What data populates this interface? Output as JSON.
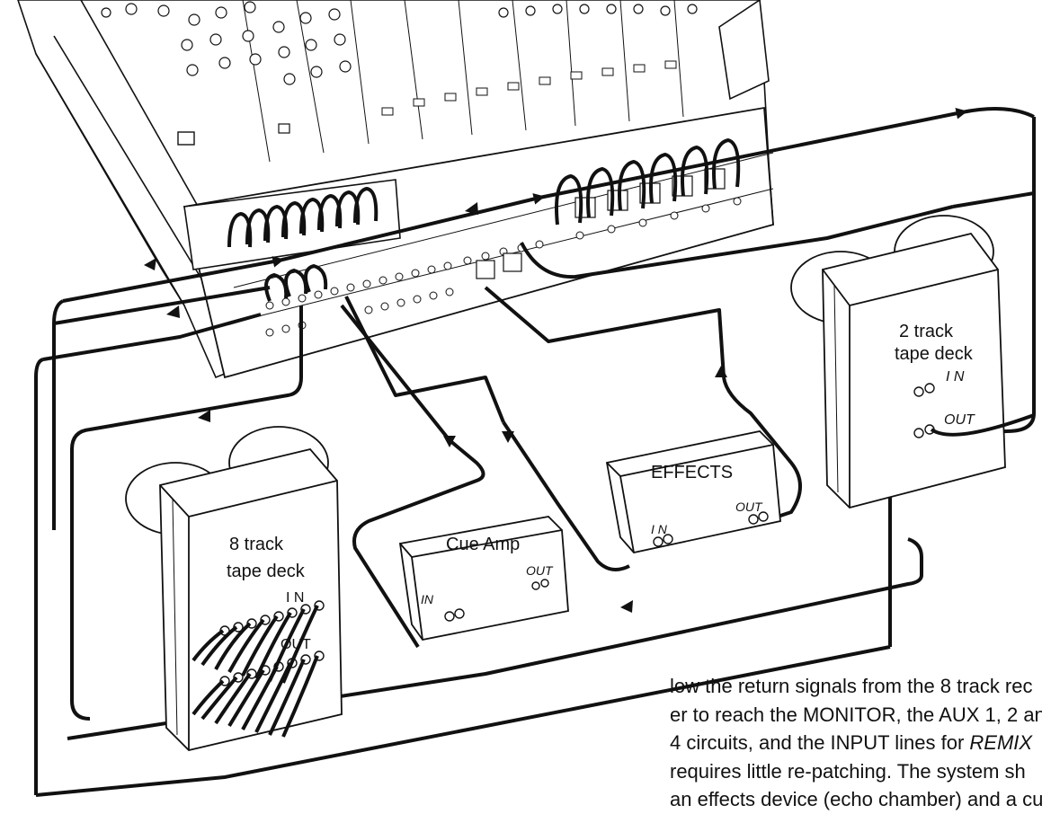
{
  "devices": {
    "two_track": {
      "line1": "2 track",
      "line2": "tape deck",
      "in_label": "I N",
      "out_label": "OUT"
    },
    "effects": {
      "title": "EFFECTS",
      "in_label": "I N",
      "out_label": "OUT"
    },
    "cue_amp": {
      "title": "Cue Amp",
      "in_label": "IN",
      "out_label": "OUT"
    },
    "eight_track": {
      "line1": "8 track",
      "line2": "tape deck",
      "in_label": "I N",
      "out_label": "OUT"
    }
  },
  "body_text": {
    "line1": "low the return signals from the 8 track rec",
    "line2": "er to reach the MONITOR, the AUX 1, 2 an",
    "line3_pre": "4 circuits, and the INPUT lines for ",
    "line3_em": "REMIX",
    "line4": "requires little re-patching. The system sh",
    "line5": "an effects device (echo chamber) and a cue"
  }
}
